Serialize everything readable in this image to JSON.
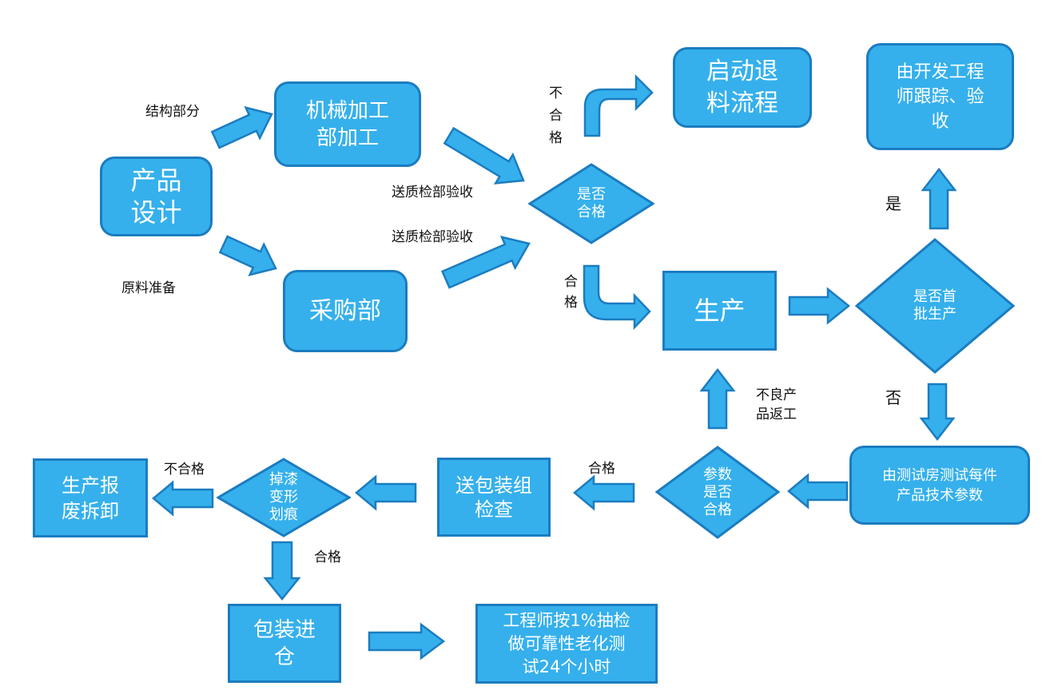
{
  "nodes": {
    "product_design": "产品\n设计",
    "machining": "机械加工\n部加工",
    "purchasing": "采购部",
    "qualified_check": "是否\n合格",
    "return_process": "启动退\n料流程",
    "dev_engineer": "由开发工程\n师跟踪、验\n收",
    "production": "生产",
    "first_batch": "是否首\n批生产",
    "test_room": "由测试房测试每件\n产品技术参数",
    "param_check": "参数\n是否\n合格",
    "packaging_check": "送包装组\n检查",
    "paint_check": "掉漆\n变形\n划痕",
    "scrap": "生产报\n废拆卸",
    "pack_store": "包装进\n仓",
    "aging_test": "工程师按1%抽检\n做可靠性老化测\n试24个小时"
  },
  "labels": {
    "structure": "结构部分",
    "materials": "原料准备",
    "send_qc_1": "送质检部验收",
    "send_qc_2": "送质检部验收",
    "not_qualified_top": "不\n合\n格",
    "qualified_mid": "合\n格",
    "yes": "是",
    "no": "否",
    "rework": "不良产\n品返工",
    "qualified_param": "合格",
    "not_qualified_left": "不合格",
    "qualified_bottom": "合格"
  },
  "colors": {
    "fill": "#35b0ec",
    "border": "#1b7cc0",
    "text": "#ffffff"
  }
}
